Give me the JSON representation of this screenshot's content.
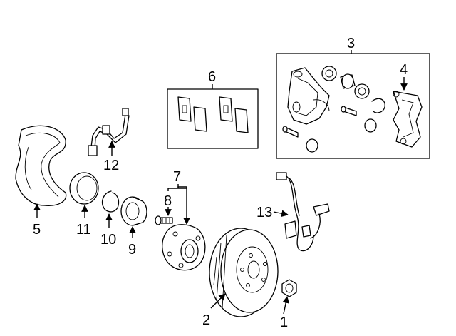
{
  "callouts": {
    "c1": "1",
    "c2": "2",
    "c3": "3",
    "c4": "4",
    "c5": "5",
    "c6": "6",
    "c7": "7",
    "c8": "8",
    "c9": "9",
    "c10": "10",
    "c11": "11",
    "c12": "12",
    "c13": "13"
  },
  "parts": [
    {
      "callout": "1",
      "item": "hub-nut"
    },
    {
      "callout": "2",
      "item": "brake-rotor"
    },
    {
      "callout": "3",
      "item": "caliper-assembly"
    },
    {
      "callout": "4",
      "item": "caliper-support"
    },
    {
      "callout": "5",
      "item": "splash-shield"
    },
    {
      "callout": "6",
      "item": "brake-pads"
    },
    {
      "callout": "7",
      "item": "hub-assembly"
    },
    {
      "callout": "8",
      "item": "wheel-stud"
    },
    {
      "callout": "9",
      "item": "wheel-bearing"
    },
    {
      "callout": "10",
      "item": "snap-ring"
    },
    {
      "callout": "11",
      "item": "dust-seal"
    },
    {
      "callout": "12",
      "item": "brake-hose"
    },
    {
      "callout": "13",
      "item": "abs-sensor"
    }
  ]
}
